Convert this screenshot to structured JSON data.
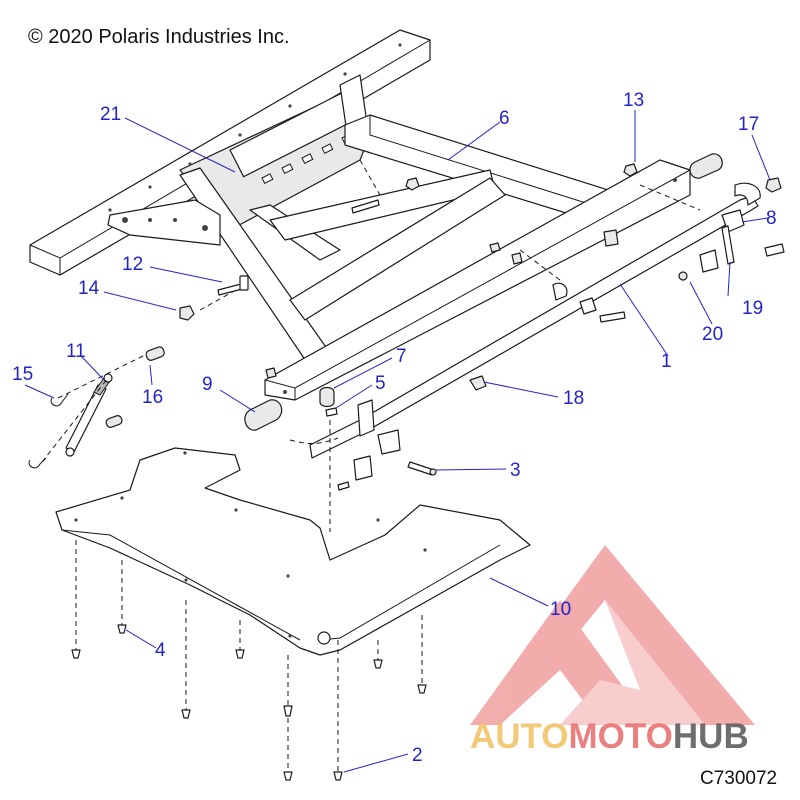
{
  "copyright": "© 2020 Polaris Industries Inc.",
  "figure_id": "C730072",
  "watermark": {
    "part1": "AUTO",
    "part2": "MOTO",
    "part3": "HUB",
    "color_a": "#f0c060",
    "color_b": "#e86a6a",
    "color_c": "#555555",
    "logo_color": "#e86a6a"
  },
  "callouts": [
    {
      "id": "1"
    },
    {
      "id": "2"
    },
    {
      "id": "3"
    },
    {
      "id": "4"
    },
    {
      "id": "5"
    },
    {
      "id": "6"
    },
    {
      "id": "7"
    },
    {
      "id": "8"
    },
    {
      "id": "9"
    },
    {
      "id": "10"
    },
    {
      "id": "11"
    },
    {
      "id": "12"
    },
    {
      "id": "13"
    },
    {
      "id": "14"
    },
    {
      "id": "15"
    },
    {
      "id": "16"
    },
    {
      "id": "17"
    },
    {
      "id": "18"
    },
    {
      "id": "19"
    },
    {
      "id": "20"
    },
    {
      "id": "21"
    }
  ],
  "colors": {
    "callout": "#2323c8",
    "line": "#1a1a1a"
  }
}
